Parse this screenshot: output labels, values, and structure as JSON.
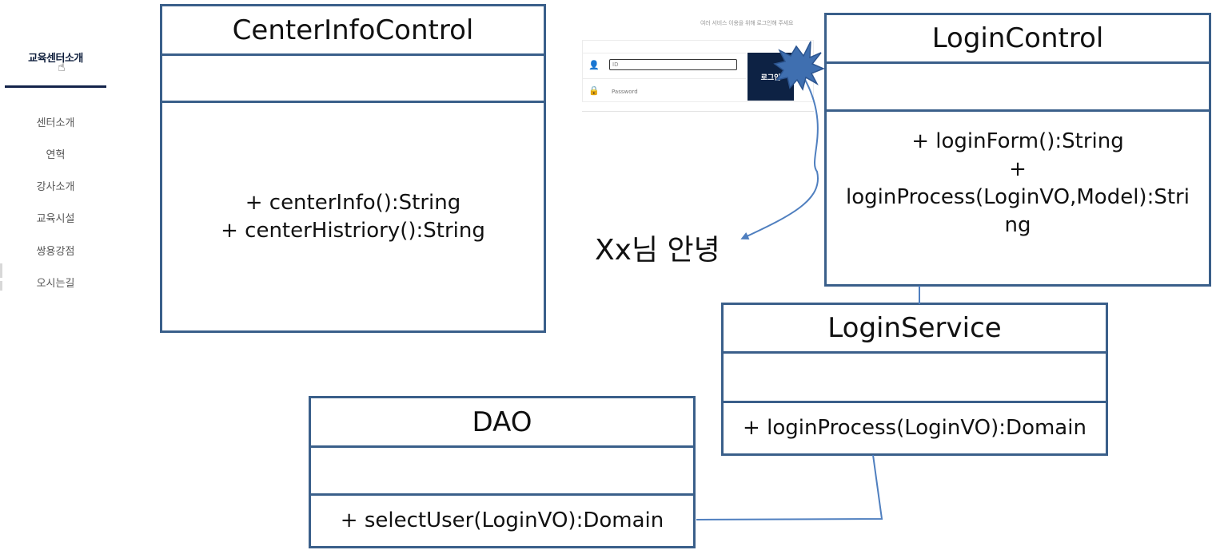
{
  "sidebar": {
    "title": "교육센터소개",
    "items": [
      {
        "label": "센터소개"
      },
      {
        "label": "연혁"
      },
      {
        "label": "강사소개"
      },
      {
        "label": "교육시설"
      },
      {
        "label": "쌍용강점"
      },
      {
        "label": "오시는길"
      }
    ]
  },
  "login_form": {
    "caption": "여러 서비스 이용을 위해 로그인해 주세요",
    "id_value": "ID",
    "password_placeholder": "Password",
    "login_button": "로그인"
  },
  "greeting": "Xx님 안녕",
  "classes": {
    "center_info_control": {
      "name": "CenterInfoControl",
      "operations": [
        "+ centerInfo():String",
        "+ centerHistriory():String"
      ]
    },
    "login_control": {
      "name": "LoginControl",
      "operations": [
        "+ loginForm():String",
        "+",
        "loginProcess(LoginVO,Model):Stri",
        "ng"
      ]
    },
    "login_service": {
      "name": "LoginService",
      "operations": [
        "+ loginProcess(LoginVO):Domain"
      ]
    },
    "dao": {
      "name": "DAO",
      "operations": [
        "+ selectUser(LoginVO):Domain"
      ]
    }
  },
  "colors": {
    "uml_border": "#3a5f8a",
    "connector": "#4f7fbf",
    "burst": "#3f6fb0",
    "sidebar_accent": "#13234a",
    "login_button": "#0d2244"
  }
}
